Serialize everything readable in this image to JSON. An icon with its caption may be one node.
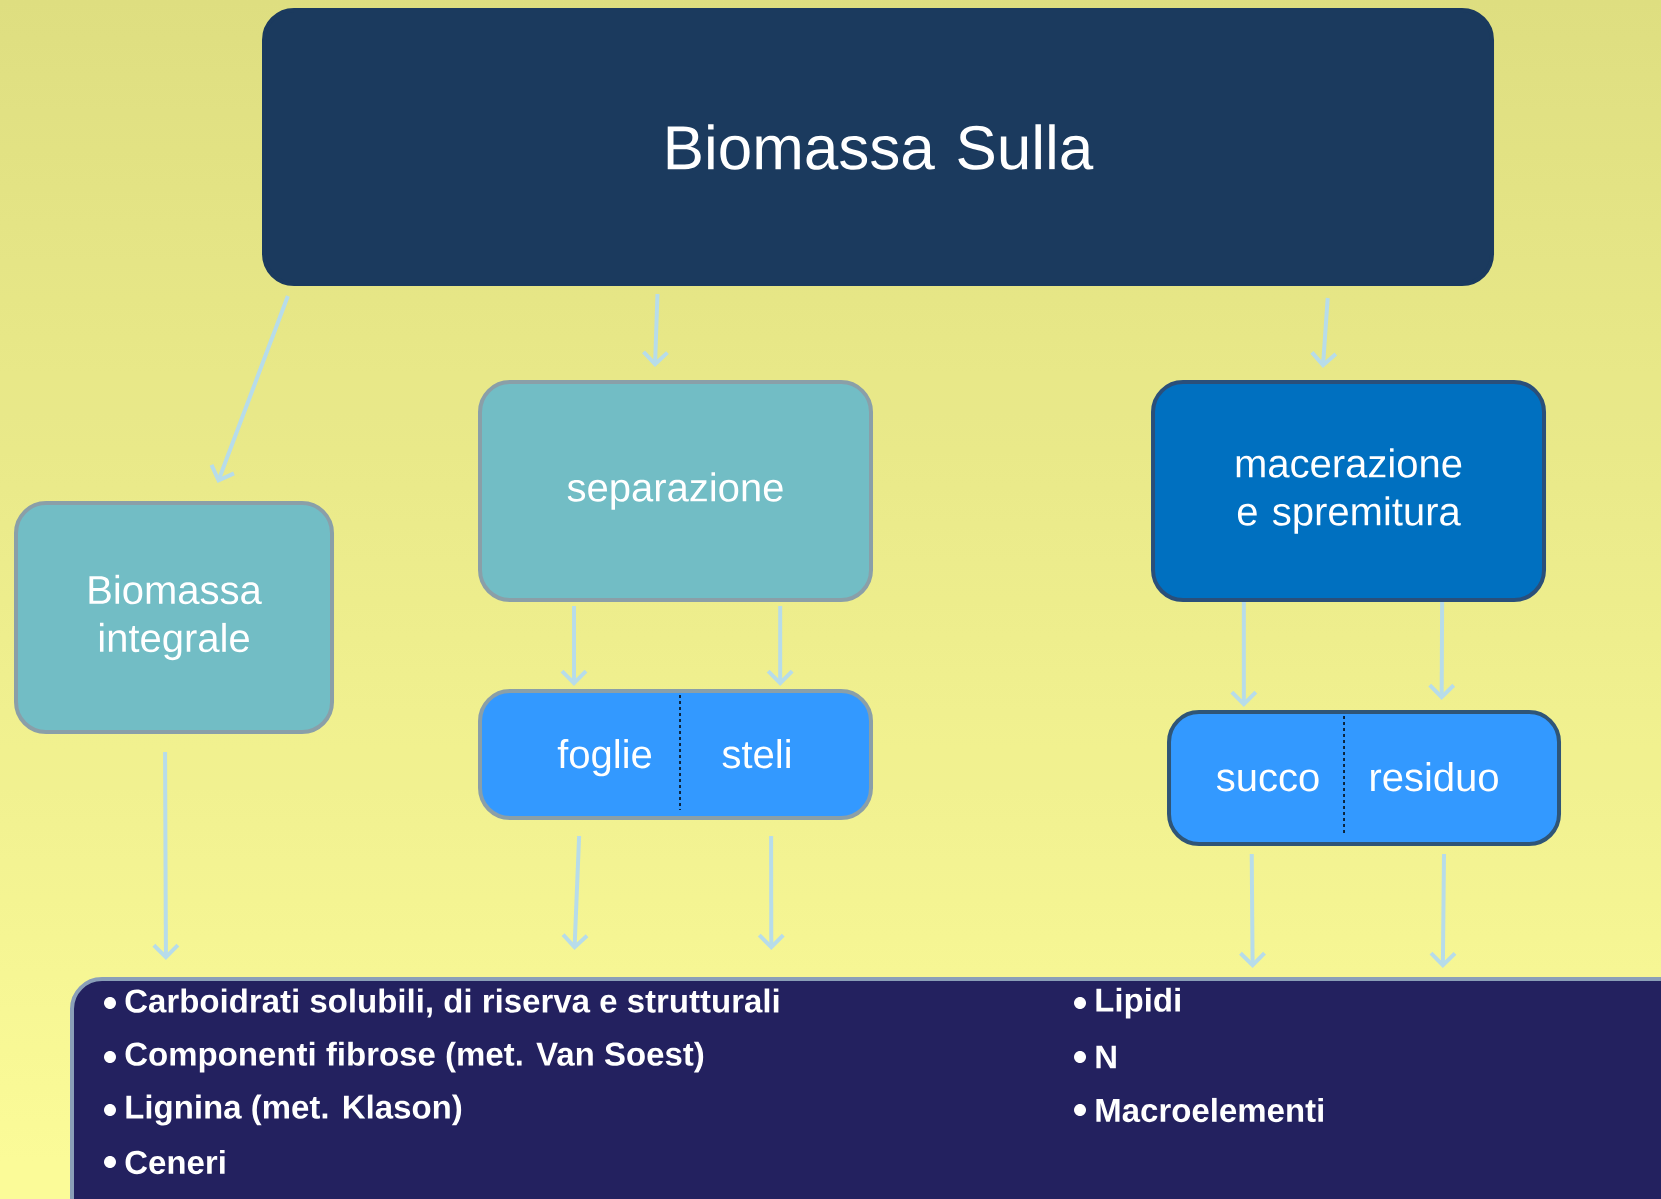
{
  "diagram": {
    "nodes": [
      {
        "text": [
          "Biomassa Sulla"
        ]
      },
      {
        "text": [
          "Biomassa integrale"
        ]
      },
      {
        "text": [
          "separazione"
        ]
      },
      {
        "text": [
          "macerazione e spremitura"
        ]
      },
      {
        "text": [
          "foglie",
          "steli"
        ]
      },
      {
        "text": [
          "succo",
          "residuo"
        ]
      },
      {
        "text": [
          "Carboidrati solubili, di riserva e strutturali",
          "Componenti fibrose (met. Van Soest)",
          "Lignina (met. Klason)",
          "Ceneri",
          "Lipidi",
          "N",
          "Macroelementi"
        ]
      }
    ],
    "edges": [
      {
        "from": 0,
        "to": 1,
        "arrow": "to"
      },
      {
        "from": 0,
        "to": 2,
        "arrow": "to"
      },
      {
        "from": 0,
        "to": 3,
        "arrow": "to"
      },
      {
        "from": 1,
        "to": 6,
        "arrow": "to"
      },
      {
        "from": 2,
        "to": 4,
        "arrow": "to"
      },
      {
        "from": 2,
        "to": 4,
        "arrow": "to"
      },
      {
        "from": 3,
        "to": 5,
        "arrow": "to"
      },
      {
        "from": 3,
        "to": 5,
        "arrow": "to"
      },
      {
        "from": 4,
        "to": 6,
        "arrow": "to"
      },
      {
        "from": 4,
        "to": 6,
        "arrow": "to"
      },
      {
        "from": 5,
        "to": 6,
        "arrow": "to"
      },
      {
        "from": 5,
        "to": 6,
        "arrow": "to"
      }
    ]
  }
}
